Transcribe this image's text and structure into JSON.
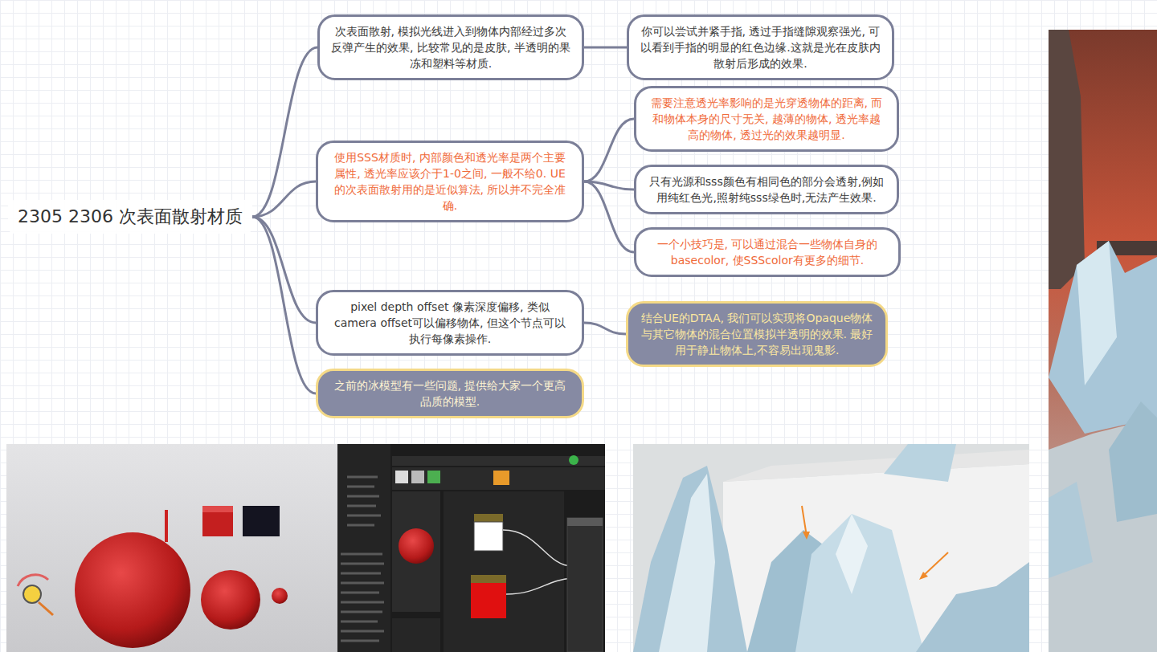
{
  "diagram": {
    "nodes": [
      {
        "text": [
          "2305 2306 次表面散射材质"
        ]
      },
      {
        "text": [
          "次表面散射, 模拟光线进入到物体内部经过多次反弹产生的效果, 比较常见的是皮肤, 半透明的果冻和塑料等材质."
        ]
      },
      {
        "text": [
          "你可以尝试并紧手指, 透过手指缝隙观察强光, 可以看到手指的明显的红色边缘.这就是光在皮肤内散射后形成的效果."
        ]
      },
      {
        "text": [
          "使用SSS材质时, 内部颜色和透光率是两个主要属性, 透光率应该介于1-0之间, 一般不给0. UE的次表面散射用的是近似算法, 所以并不完全准确."
        ]
      },
      {
        "text": [
          "需要注意透光率影响的是光穿透物体的距离, 而和物体本身的尺寸无关, 越薄的物体, 透光率越高的物体, 透过光的效果越明显."
        ]
      },
      {
        "text": [
          "只有光源和sss颜色有相同色的部分会透射,例如用纯红色光,照射纯sss绿色时,无法产生效果."
        ]
      },
      {
        "text": [
          "一个小技巧是, 可以通过混合一些物体自身的basecolor, 使SSScolor有更多的细节."
        ]
      },
      {
        "text": [
          "pixel depth offset 像素深度偏移, 类似camera offset可以偏移物体, 但这个节点可以执行每像素操作."
        ]
      },
      {
        "text": [
          "结合UE的DTAA, 我们可以实现将Opaque物体与其它物体的混合位置模拟半透明的效果. 最好用于静止物体上,不容易出现鬼影."
        ]
      },
      {
        "text": [
          "之前的冰模型有一些问题, 提供给大家一个更高品质的模型."
        ]
      }
    ],
    "edges": [
      {
        "from": 0,
        "to": 1,
        "arrow": "none"
      },
      {
        "from": 0,
        "to": 3,
        "arrow": "none"
      },
      {
        "from": 0,
        "to": 7,
        "arrow": "none"
      },
      {
        "from": 0,
        "to": 9,
        "arrow": "none"
      },
      {
        "from": 1,
        "to": 2,
        "arrow": "none"
      },
      {
        "from": 3,
        "to": 4,
        "arrow": "none"
      },
      {
        "from": 3,
        "to": 5,
        "arrow": "none"
      },
      {
        "from": 3,
        "to": 6,
        "arrow": "none"
      },
      {
        "from": 7,
        "to": 8,
        "arrow": "none"
      }
    ]
  }
}
